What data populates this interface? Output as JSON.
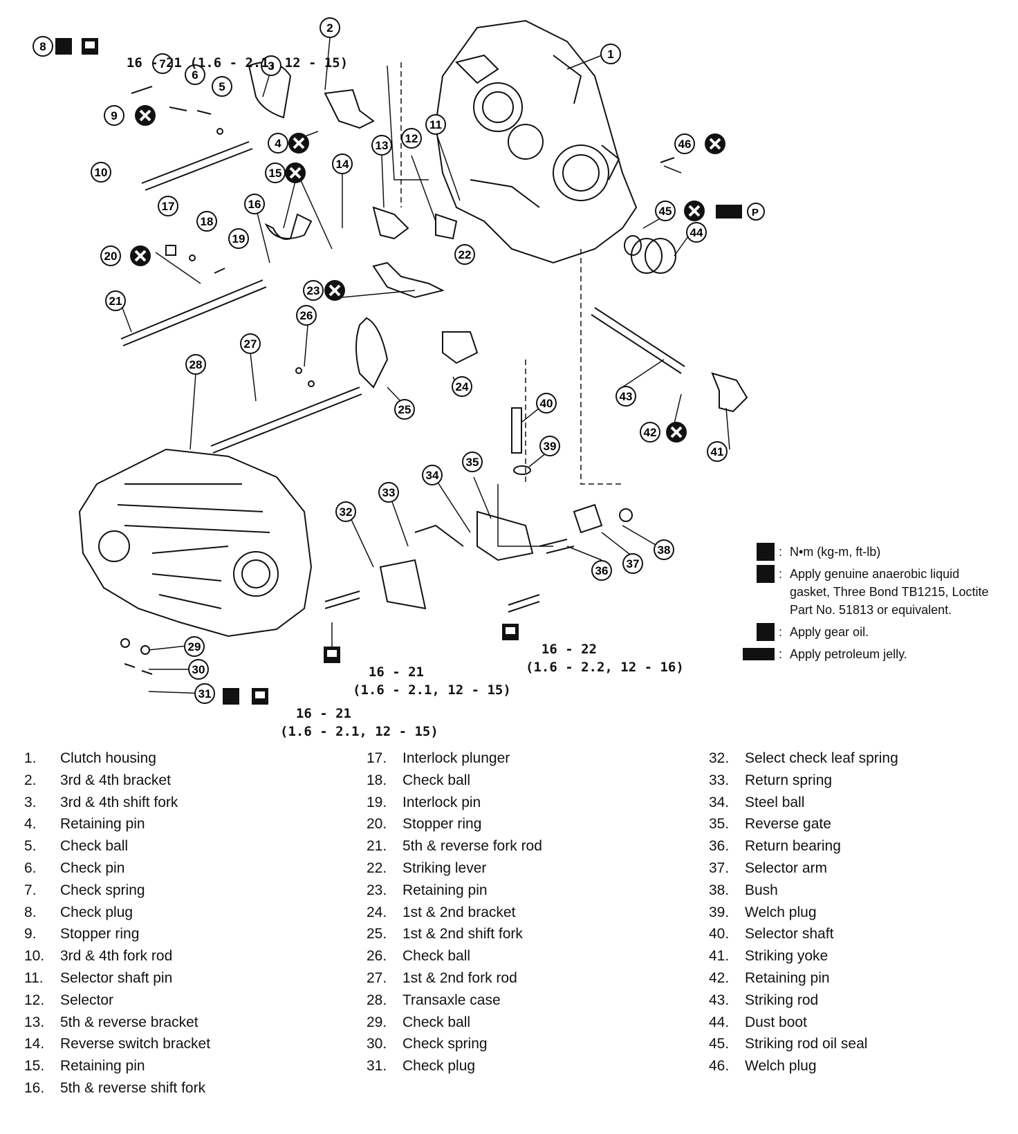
{
  "torque_labels": [
    {
      "id": "t8",
      "line1": "16 - 21 (1.6 - 2.1, 12 - 15)",
      "line2": ""
    },
    {
      "id": "t32",
      "line1": "16 - 21",
      "line2": "(1.6 - 2.1, 12 - 15)"
    },
    {
      "id": "t36",
      "line1": "16 - 22",
      "line2": "(1.6 - 2.2, 12 - 16)"
    },
    {
      "id": "t31",
      "line1": "16 - 21",
      "line2": "(1.6 - 2.1, 12 - 15)"
    }
  ],
  "legend": [
    {
      "icon": "torque-wrench-icon",
      "text": "N•m (kg-m, ft-lb)"
    },
    {
      "icon": "liquid-gasket-icon",
      "text": "Apply genuine anaerobic liquid gasket, Three Bond TB1215, Loctite Part No. 51813 or equivalent."
    },
    {
      "icon": "gear-oil-icon",
      "text": "Apply gear oil."
    },
    {
      "icon": "petroleum-jelly-icon",
      "text": "Apply petroleum jelly."
    }
  ],
  "parts": [
    {
      "n": "1.",
      "name": "Clutch housing"
    },
    {
      "n": "2.",
      "name": "3rd & 4th bracket"
    },
    {
      "n": "3.",
      "name": "3rd & 4th shift fork"
    },
    {
      "n": "4.",
      "name": "Retaining pin"
    },
    {
      "n": "5.",
      "name": "Check ball"
    },
    {
      "n": "6.",
      "name": "Check pin"
    },
    {
      "n": "7.",
      "name": "Check spring"
    },
    {
      "n": "8.",
      "name": "Check plug"
    },
    {
      "n": "9.",
      "name": "Stopper ring"
    },
    {
      "n": "10.",
      "name": "3rd & 4th fork rod"
    },
    {
      "n": "11.",
      "name": "Selector shaft pin"
    },
    {
      "n": "12.",
      "name": "Selector"
    },
    {
      "n": "13.",
      "name": "5th & reverse bracket"
    },
    {
      "n": "14.",
      "name": "Reverse switch bracket"
    },
    {
      "n": "15.",
      "name": "Retaining pin"
    },
    {
      "n": "16.",
      "name": "5th & reverse shift fork"
    },
    {
      "n": "17.",
      "name": "Interlock plunger"
    },
    {
      "n": "18.",
      "name": "Check ball"
    },
    {
      "n": "19.",
      "name": "Interlock pin"
    },
    {
      "n": "20.",
      "name": "Stopper ring"
    },
    {
      "n": "21.",
      "name": "5th & reverse fork rod"
    },
    {
      "n": "22.",
      "name": "Striking lever"
    },
    {
      "n": "23.",
      "name": "Retaining pin"
    },
    {
      "n": "24.",
      "name": "1st & 2nd bracket"
    },
    {
      "n": "25.",
      "name": "1st & 2nd shift fork"
    },
    {
      "n": "26.",
      "name": "Check ball"
    },
    {
      "n": "27.",
      "name": "1st & 2nd fork rod"
    },
    {
      "n": "28.",
      "name": "Transaxle case"
    },
    {
      "n": "29.",
      "name": "Check ball"
    },
    {
      "n": "30.",
      "name": "Check spring"
    },
    {
      "n": "31.",
      "name": "Check plug"
    },
    {
      "n": "32.",
      "name": "Select check leaf spring"
    },
    {
      "n": "33.",
      "name": "Return spring"
    },
    {
      "n": "34.",
      "name": "Steel ball"
    },
    {
      "n": "35.",
      "name": "Reverse gate"
    },
    {
      "n": "36.",
      "name": "Return bearing"
    },
    {
      "n": "37.",
      "name": "Selector arm"
    },
    {
      "n": "38.",
      "name": "Bush"
    },
    {
      "n": "39.",
      "name": "Welch plug"
    },
    {
      "n": "40.",
      "name": "Selector shaft"
    },
    {
      "n": "41.",
      "name": "Striking yoke"
    },
    {
      "n": "42.",
      "name": "Retaining pin"
    },
    {
      "n": "43.",
      "name": "Striking rod"
    },
    {
      "n": "44.",
      "name": "Dust boot"
    },
    {
      "n": "45.",
      "name": "Striking rod oil seal"
    },
    {
      "n": "46.",
      "name": "Welch plug"
    }
  ],
  "callouts": [
    "1",
    "2",
    "3",
    "4",
    "5",
    "6",
    "7",
    "8",
    "9",
    "10",
    "11",
    "12",
    "13",
    "14",
    "15",
    "16",
    "17",
    "18",
    "19",
    "20",
    "21",
    "22",
    "23",
    "24",
    "25",
    "26",
    "27",
    "28",
    "29",
    "30",
    "31",
    "32",
    "33",
    "34",
    "35",
    "36",
    "37",
    "38",
    "39",
    "40",
    "41",
    "42",
    "43",
    "44",
    "45",
    "46"
  ]
}
